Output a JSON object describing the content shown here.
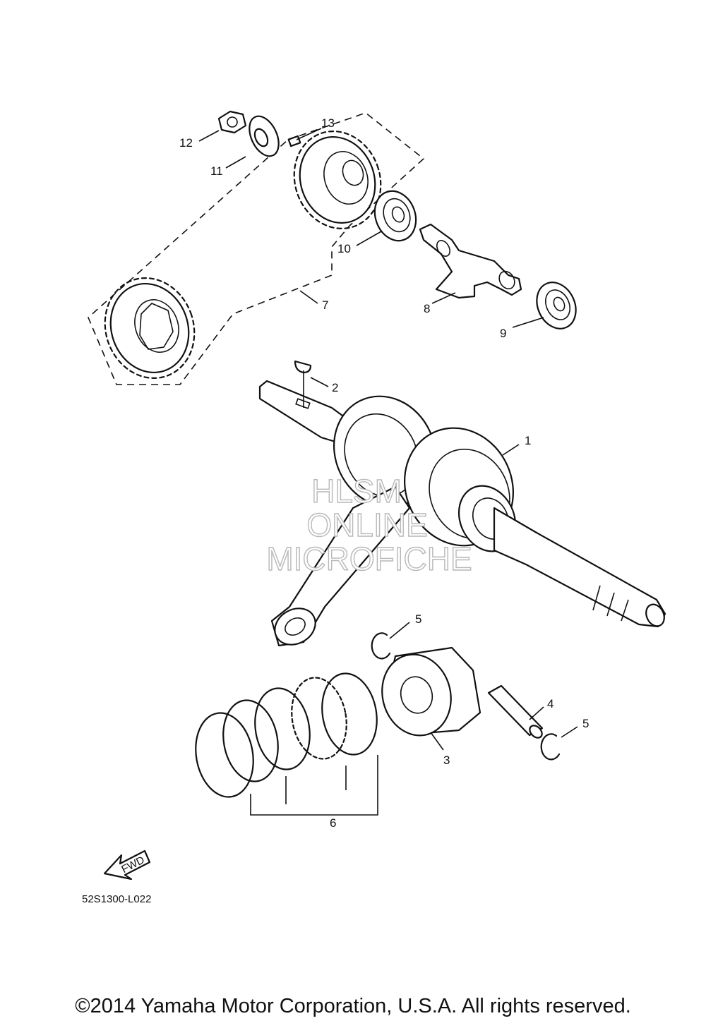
{
  "callouts": [
    {
      "id": "p1",
      "label": "1"
    },
    {
      "id": "p2",
      "label": "2"
    },
    {
      "id": "p3",
      "label": "3"
    },
    {
      "id": "p4",
      "label": "4"
    },
    {
      "id": "p5a",
      "label": "5"
    },
    {
      "id": "p5b",
      "label": "5"
    },
    {
      "id": "p6",
      "label": "6"
    },
    {
      "id": "p7",
      "label": "7"
    },
    {
      "id": "p8",
      "label": "8"
    },
    {
      "id": "p9",
      "label": "9"
    },
    {
      "id": "p10",
      "label": "10"
    },
    {
      "id": "p11",
      "label": "11"
    },
    {
      "id": "p12",
      "label": "12"
    },
    {
      "id": "p13",
      "label": "13"
    }
  ],
  "watermark": {
    "line1": "HLSM",
    "line2": "ONLINE",
    "line3": "MICROFICHE"
  },
  "fwd_label": "FWD",
  "diagram_code": "52S1300-L022",
  "copyright": "©2014 Yamaha Motor Corporation, U.S.A. All rights reserved."
}
